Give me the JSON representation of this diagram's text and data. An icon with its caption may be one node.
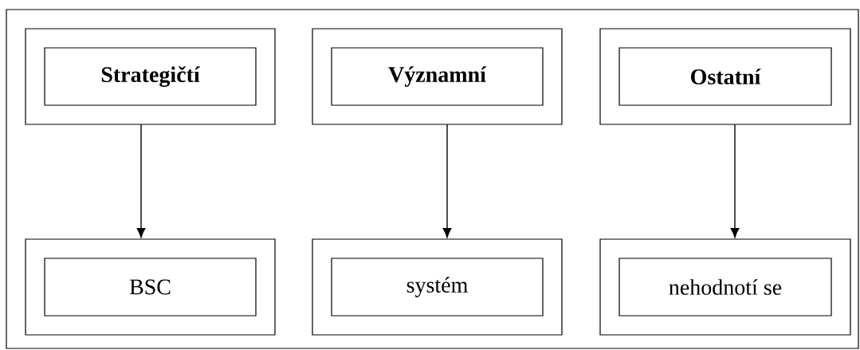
{
  "diagram": {
    "nodes": [
      {
        "text": [],
        "shape": "box"
      },
      {
        "text": [
          "Strategičtí"
        ],
        "in": 0
      },
      {
        "text": [],
        "shape": "box"
      },
      {
        "text": [
          "Významní"
        ],
        "in": 2
      },
      {
        "text": [],
        "shape": "box"
      },
      {
        "text": [
          "Ostatní"
        ],
        "in": 4
      },
      {
        "text": [],
        "shape": "box"
      },
      {
        "text": [
          "BSC"
        ],
        "in": 6
      },
      {
        "text": [],
        "shape": "box"
      },
      {
        "text": [
          "systém"
        ],
        "in": 8
      },
      {
        "text": [],
        "shape": "box"
      },
      {
        "text": [
          "nehodnotí se"
        ],
        "in": 10
      }
    ],
    "edges": [
      {
        "from": 0,
        "to": 6,
        "arrow": "to"
      },
      {
        "from": 2,
        "to": 8,
        "arrow": "to"
      },
      {
        "from": 4,
        "to": 10,
        "arrow": "to"
      }
    ]
  }
}
